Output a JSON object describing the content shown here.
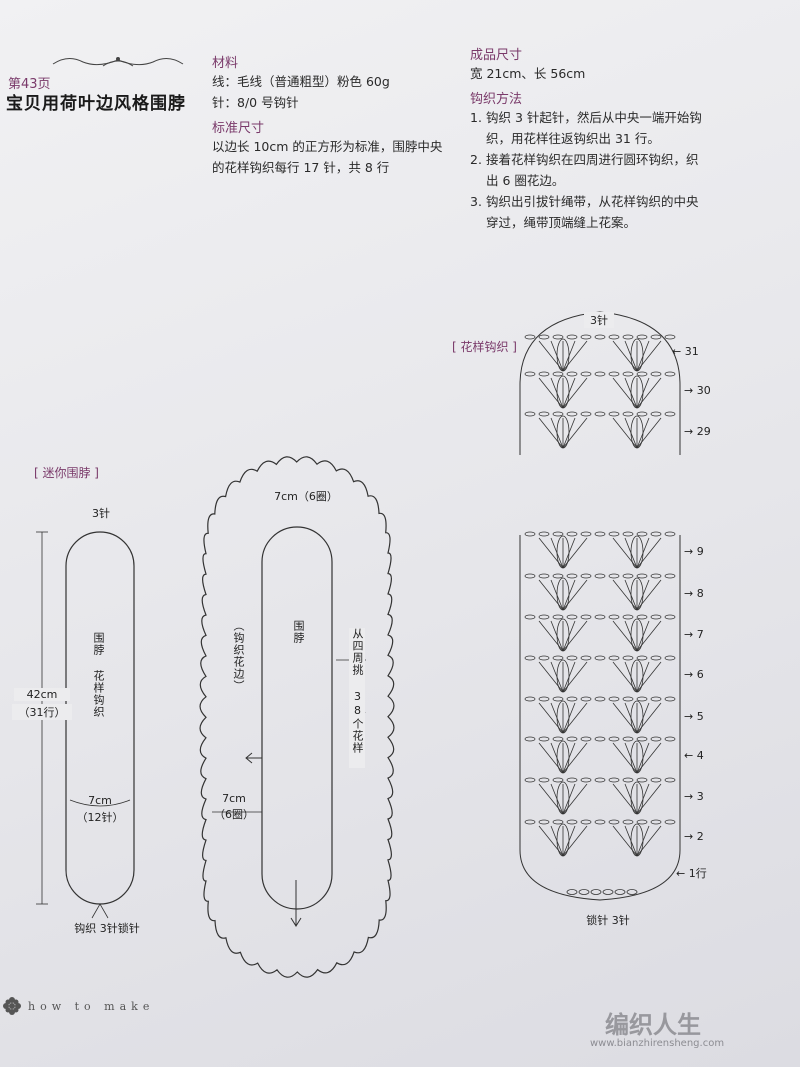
{
  "header": {
    "page_ref": "第43页",
    "title": "宝贝用荷叶边风格围脖"
  },
  "materials": {
    "heading": "材料",
    "yarn": "线：毛线（普通粗型）粉色 60g",
    "needle": "针：8/0 号钩针"
  },
  "gauge": {
    "heading": "标准尺寸",
    "text": "以边长 10cm 的正方形为标准，围脖中央的花样钩织每行 17 针，共 8 行"
  },
  "finished": {
    "heading": "成品尺寸",
    "text": "宽 21cm、长 56cm"
  },
  "method": {
    "heading": "钩织方法",
    "steps": [
      {
        "n": "1.",
        "text": "钩织 3 针起针，然后从中央一端开始钩织，用花样往返钩织出 31 行。"
      },
      {
        "n": "2.",
        "text": "接着花样钩织在四周进行圆环钩织，织出 6 圈花边。"
      },
      {
        "n": "3.",
        "text": "钩织出引拔针绳带，从花样钩织的中央穿过，绳带顶端缝上花案。"
      }
    ]
  },
  "diagram_mini": {
    "tag": "[ 迷你围脖 ]",
    "top": "3针",
    "body": "围脖 花样钩织",
    "length": "42cm",
    "rows": "（31行）",
    "bottom_w": "7cm",
    "bottom_s": "（12针）",
    "chain": "钩织 3针锁针"
  },
  "diagram_full": {
    "top_w": "7cm（6圈）",
    "edge": "（钩织花边）",
    "body": "围脖",
    "pickup": "从四周挑 38个花样",
    "left_w": "7cm",
    "left_r": "（6圈）"
  },
  "pattern": {
    "tag": "[ 花样钩织 ]",
    "top": "3针",
    "rows_upper": [
      "31",
      "30",
      "29"
    ],
    "rows_lower": [
      "9",
      "8",
      "7",
      "6",
      "5",
      "4",
      "3",
      "2",
      "1行"
    ],
    "bottom": "锁针 3针"
  },
  "footer": {
    "text": "how to make",
    "logo": "编织人生",
    "url": "www.bianzhirensheng.com"
  },
  "colors": {
    "accent": "#7a3a6a",
    "ink": "#2a2a2a"
  }
}
